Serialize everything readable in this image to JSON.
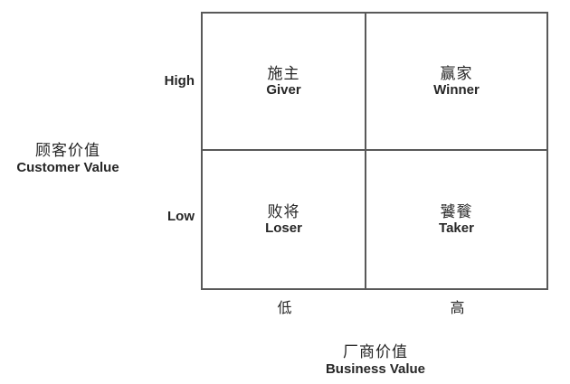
{
  "diagram": {
    "type": "2x2-matrix",
    "quadrants": [
      {
        "position": "top-left",
        "zh": "施主",
        "en": "Giver"
      },
      {
        "position": "top-right",
        "zh": "赢家",
        "en": "Winner"
      },
      {
        "position": "bottom-left",
        "zh": "败将",
        "en": "Loser"
      },
      {
        "position": "bottom-right",
        "zh": "饕餮",
        "en": "Taker"
      }
    ],
    "y_axis": {
      "title_zh": "顾客价值",
      "title_en": "Customer Value",
      "tick_high": "High",
      "tick_low": "Low"
    },
    "x_axis": {
      "title_zh": "厂商价值",
      "title_en": "Business Value",
      "tick_low": "低",
      "tick_high": "高"
    },
    "colors": {
      "line": "#595959",
      "text": "#262626",
      "background": "#ffffff"
    }
  }
}
